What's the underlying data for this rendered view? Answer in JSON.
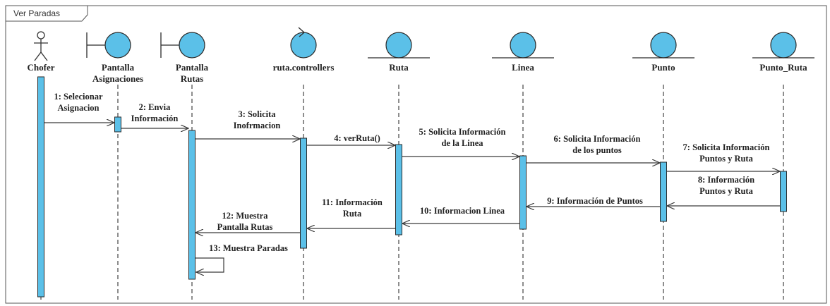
{
  "frame": {
    "title": "Ver Paradas"
  },
  "colors": {
    "fill": "#5bc0e8",
    "stroke": "#2a2a2a",
    "arrow": "#3a3a3a"
  },
  "lifelines": [
    {
      "id": "chofer",
      "label_lines": [
        "Chofer"
      ],
      "kind": "actor"
    },
    {
      "id": "asig",
      "label_lines": [
        "Pantalla",
        "Asignaciones"
      ],
      "kind": "boundary"
    },
    {
      "id": "rutas",
      "label_lines": [
        "Pantalla",
        "Rutas"
      ],
      "kind": "boundary"
    },
    {
      "id": "ctrl",
      "label_lines": [
        "ruta.controllers"
      ],
      "kind": "control"
    },
    {
      "id": "ruta",
      "label_lines": [
        "Ruta"
      ],
      "kind": "entity"
    },
    {
      "id": "linea",
      "label_lines": [
        "Linea"
      ],
      "kind": "entity"
    },
    {
      "id": "punto",
      "label_lines": [
        "Punto"
      ],
      "kind": "entity"
    },
    {
      "id": "puntoruta",
      "label_lines": [
        "Punto_Ruta"
      ],
      "kind": "entity"
    }
  ],
  "messages": [
    {
      "from": "chofer",
      "to": "asig",
      "label_lines": [
        "1: Selecionar",
        "Asignacion"
      ]
    },
    {
      "from": "asig",
      "to": "rutas",
      "label_lines": [
        "2: Envia",
        "Información"
      ]
    },
    {
      "from": "rutas",
      "to": "ctrl",
      "label_lines": [
        "3: Solicita",
        "Inofrmacion"
      ]
    },
    {
      "from": "ctrl",
      "to": "ruta",
      "label_lines": [
        "4: verRuta()"
      ]
    },
    {
      "from": "ruta",
      "to": "linea",
      "label_lines": [
        "5: Solicita Información",
        "de la Linea"
      ]
    },
    {
      "from": "linea",
      "to": "punto",
      "label_lines": [
        "6: Solicita Información",
        "de los puntos"
      ]
    },
    {
      "from": "punto",
      "to": "puntoruta",
      "label_lines": [
        "7: Solicita Información",
        "Puntos y Ruta"
      ]
    },
    {
      "from": "puntoruta",
      "to": "punto",
      "label_lines": [
        "8: Información",
        "Puntos y Ruta"
      ]
    },
    {
      "from": "punto",
      "to": "linea",
      "label_lines": [
        "9: Información de Puntos"
      ]
    },
    {
      "from": "linea",
      "to": "ruta",
      "label_lines": [
        "10: Informacion Linea"
      ]
    },
    {
      "from": "ruta",
      "to": "ctrl",
      "label_lines": [
        "11: Información",
        "Ruta"
      ]
    },
    {
      "from": "ctrl",
      "to": "rutas",
      "label_lines": [
        "12: Muestra",
        "Pantalla Rutas"
      ]
    },
    {
      "from": "rutas",
      "to": "rutas",
      "label_lines": [
        "13: Muestra Paradas"
      ]
    }
  ]
}
